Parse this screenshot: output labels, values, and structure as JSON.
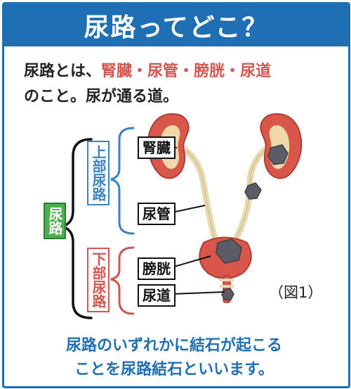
{
  "title": "尿路ってどこ？",
  "intro": {
    "line1_prefix": "尿路とは、",
    "organs": [
      "腎臓",
      "尿管",
      "膀胱",
      "尿道"
    ],
    "separator": "・",
    "line2": "のこと。尿が通る道。"
  },
  "diagram": {
    "root_label": "尿路",
    "upper_label": "上部尿路",
    "lower_label": "下部尿路",
    "parts": {
      "kidney": "腎臓",
      "ureter": "尿管",
      "bladder": "膀胱",
      "urethra": "尿道"
    },
    "figure_label": "（図1）"
  },
  "footer": {
    "line1": "尿路のいずれかに結石が起こる",
    "line2": "ことを尿路結石といいます。"
  },
  "colors": {
    "header": "#1f6fb5",
    "highlight": "#d2564f",
    "upper": "#3b82c4",
    "lower": "#d2564f",
    "root": "#4caf50",
    "stone": "#5c5c66"
  }
}
